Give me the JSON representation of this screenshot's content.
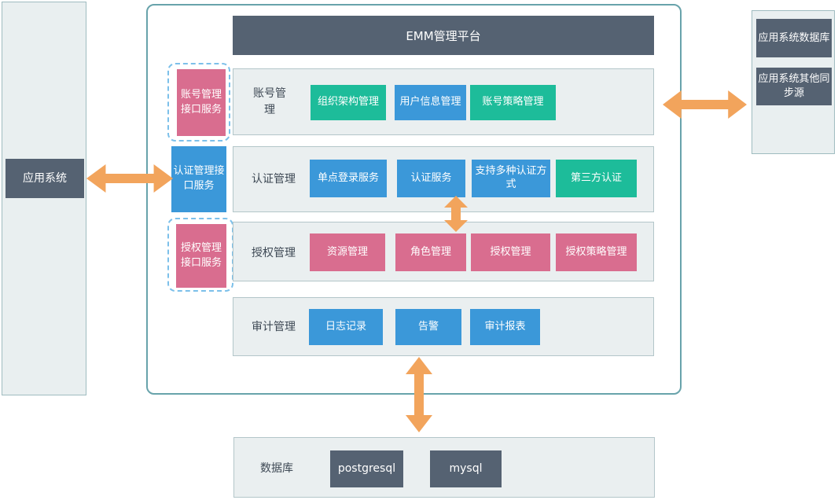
{
  "colors": {
    "orange": "#F2A45C",
    "pink": "#D96D8F",
    "blue": "#3B98D9",
    "green": "#1DBC9A",
    "dark": "#556272",
    "panel_bg": "#E9EFF0",
    "panel_border": "#9FBCC0",
    "row_bg": "#EAEFF0",
    "row_border": "#B3C6C9",
    "main_border": "#68A3AB",
    "dashed_border": "#7CC0EA",
    "label_text": "#3D4854"
  },
  "left_panel": {
    "system_label": "应用系统"
  },
  "platform": {
    "title": "EMM管理平台",
    "interfaces": [
      {
        "label": "账号管理接口服务"
      },
      {
        "label": "认证管理接口服务"
      },
      {
        "label": "授权管理接口服务"
      }
    ],
    "rows": [
      {
        "label": "账号管理",
        "buttons": [
          {
            "text": "组织架构管理"
          },
          {
            "text": "用户信息管理"
          },
          {
            "text": "账号策略管理"
          }
        ]
      },
      {
        "label": "认证管理",
        "buttons": [
          {
            "text": "单点登录服务"
          },
          {
            "text": "认证服务"
          },
          {
            "text": "支持多种认证方式"
          },
          {
            "text": "第三方认证"
          }
        ]
      },
      {
        "label": "授权管理",
        "buttons": [
          {
            "text": "资源管理"
          },
          {
            "text": "角色管理"
          },
          {
            "text": "授权管理"
          },
          {
            "text": "授权策略管理"
          }
        ]
      },
      {
        "label": "审计管理",
        "buttons": [
          {
            "text": "日志记录"
          },
          {
            "text": "告警"
          },
          {
            "text": "审计报表"
          }
        ]
      }
    ]
  },
  "right_panel": {
    "items": [
      "应用系统数据库",
      "应用系统其他同步源"
    ]
  },
  "database_panel": {
    "label": "数据库",
    "items": [
      "postgresql",
      "mysql"
    ]
  }
}
